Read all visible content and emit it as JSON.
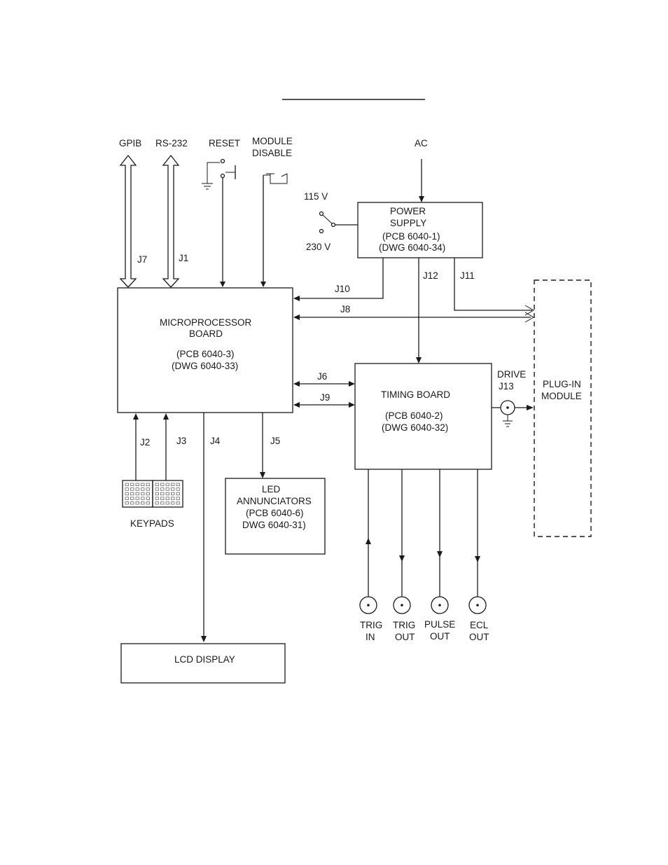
{
  "inputs": {
    "gpib": "GPIB",
    "rs232": "RS-232",
    "reset": "RESET",
    "module_disable": [
      "MODULE",
      "DISABLE"
    ],
    "ac": "AC",
    "v115": "115 V",
    "v230": "230 V"
  },
  "blocks": {
    "power_supply": [
      "POWER",
      "SUPPLY",
      "(PCB 6040-1)",
      "(DWG 6040-34)"
    ],
    "microprocessor": [
      "MICROPROCESSOR",
      "BOARD",
      "(PCB 6040-3)",
      "(DWG 6040-33)"
    ],
    "timing": [
      "TIMING BOARD",
      "(PCB 6040-2)",
      "(DWG 6040-32)"
    ],
    "led": [
      "LED",
      "ANNUNCIATORS",
      "(PCB 6040-6)",
      "DWG 6040-31)"
    ],
    "lcd": "LCD DISPLAY",
    "plugin": [
      "PLUG-IN",
      "MODULE"
    ],
    "keypads": "KEYPADS"
  },
  "connectors": {
    "j1": "J1",
    "j2": "J2",
    "j3": "J3",
    "j4": "J4",
    "j5": "J5",
    "j6": "J6",
    "j7": "J7",
    "j8": "J8",
    "j9": "J9",
    "j10": "J10",
    "j11": "J11",
    "j12": "J12",
    "drive": "DRIVE",
    "j13": "J13"
  },
  "outputs": {
    "trig_in": [
      "TRIG",
      "IN"
    ],
    "trig_out": [
      "TRIG",
      "OUT"
    ],
    "pulse_out": [
      "PULSE",
      "OUT"
    ],
    "ecl_out": [
      "ECL",
      "OUT"
    ]
  }
}
